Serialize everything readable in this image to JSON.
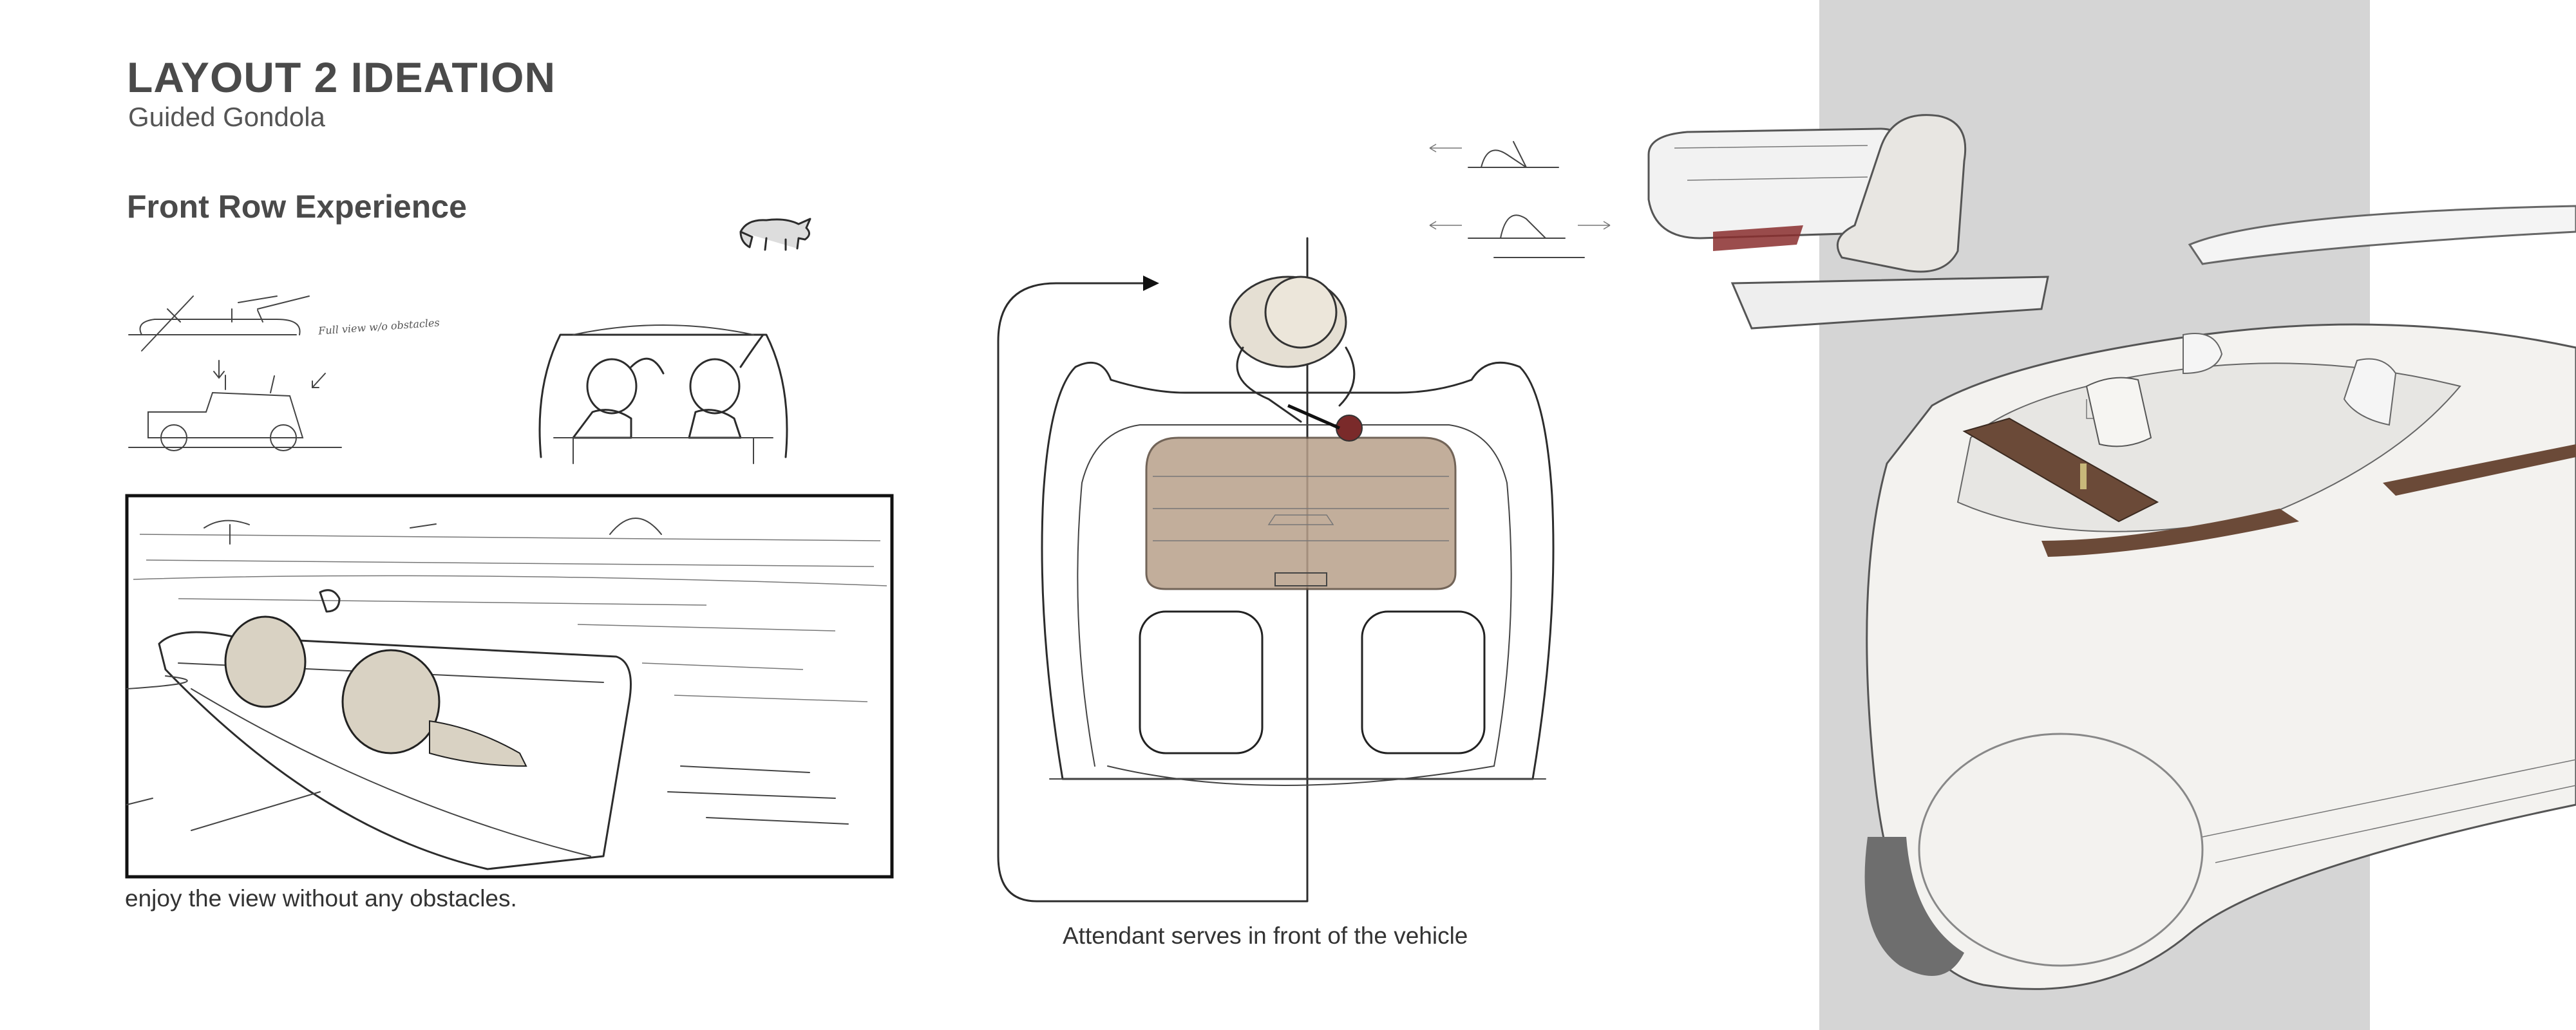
{
  "header": {
    "title": "LAYOUT 2 IDEATION",
    "subtitle": "Guided Gondola"
  },
  "section": {
    "title": "Front Row Experience"
  },
  "sketch_note": "Full view w/o obstacles",
  "captions": {
    "storyboard": "enjoy the view without any obstacles.",
    "top_view": "Attendant serves in front of the vehicle"
  },
  "colors": {
    "background": "#ffffff",
    "side_panel": "#d5d5d5",
    "wood_panel": "#6b4a38",
    "tray_tan": "#b8a08a",
    "wine": "#7a2a2a"
  }
}
